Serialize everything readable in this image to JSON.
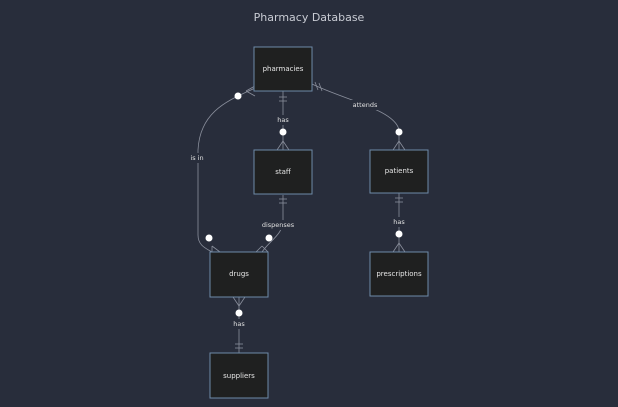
{
  "title": "Pharmacy Database",
  "entities": {
    "pharmacies": "pharmacies",
    "staff": "staff",
    "patients": "patients",
    "drugs": "drugs",
    "prescriptions": "prescriptions",
    "suppliers": "suppliers"
  },
  "relationships": {
    "pharmacies_staff": "has",
    "pharmacies_patients": "attends",
    "pharmacies_drugs": "is in",
    "staff_drugs": "dispenses",
    "patients_prescriptions": "has",
    "drugs_suppliers": "has"
  }
}
